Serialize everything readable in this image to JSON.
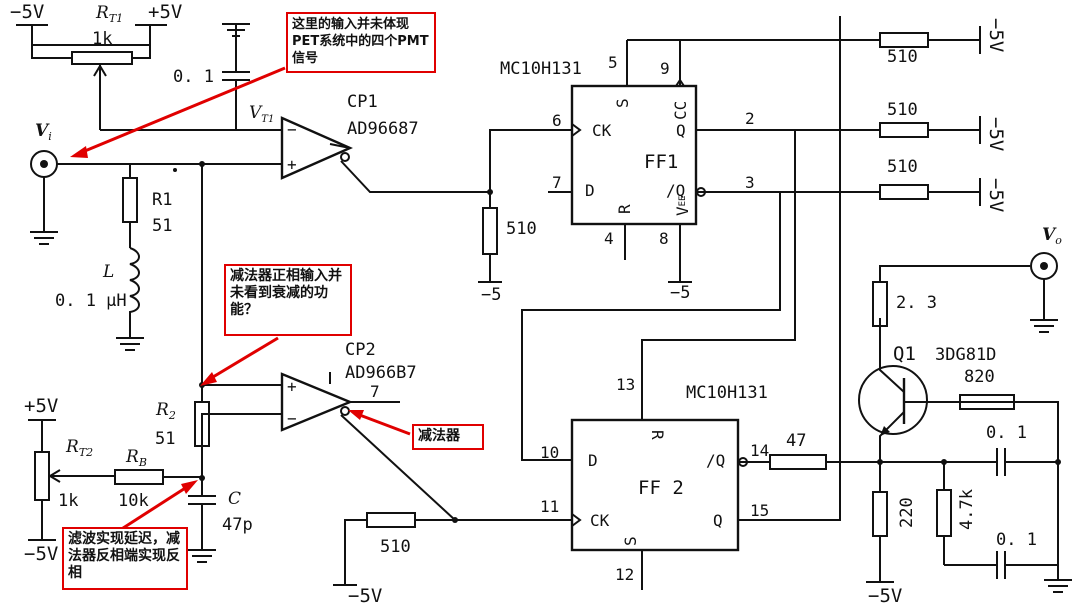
{
  "power": {
    "neg5v": "−5V",
    "pos5v": "+5V",
    "neg5": "−5",
    "neg5v_rot": "−5V"
  },
  "components": {
    "rt1": "R",
    "rt1_sub": "T1",
    "rt1_val": "1k",
    "cap_top": "0. 1",
    "vt1": "V",
    "vt1_sub": "T1",
    "vi": "V",
    "vi_sub": "i",
    "r1": "R1",
    "r1_val": "51",
    "l": "L",
    "l_val": "0. 1 μH",
    "cp1": "CP1",
    "cp1_part": "AD96687",
    "cp2": "CP2",
    "cp2_part": "AD966B7",
    "cp2_out": "7",
    "r2": "R",
    "r2_sub": "2",
    "r2_val": "51",
    "rt2": "R",
    "rt2_sub": "T2",
    "rt2_val": "1k",
    "rb": "R",
    "rb_sub": "B",
    "rb_val": "10k",
    "c": "C",
    "c_val": "47p",
    "r510_ff1_ck": "510",
    "r510_ff2_ck": "510",
    "r510_a": "510",
    "r510_b": "510",
    "r510_c": "510",
    "r47": "47",
    "r23": "2. 3",
    "q1": "Q1",
    "q1_part": "3DG81D",
    "r820": "820",
    "c01_a": "0. 1",
    "c01_b": "0. 1",
    "r47k": "4.7k",
    "r220": "220",
    "vo": "V",
    "vo_sub": "o"
  },
  "ff1": {
    "part": "MC10H131",
    "name": "FF1",
    "pins": {
      "s": "5",
      "cc": "9",
      "ck": "6",
      "d": "7",
      "q": "2",
      "nq": "3",
      "r": "4",
      "vee": "8"
    },
    "labels": {
      "s": "S",
      "cc": "CC",
      "ck": "CK",
      "d": "D",
      "q": "Q",
      "nq": "/Q",
      "r": "R",
      "vee": "V",
      "vee_sub": "EE"
    }
  },
  "ff2": {
    "part": "MC10H131",
    "name": "FF 2",
    "pins": {
      "r": "13",
      "d": "10",
      "ck": "11",
      "nq": "14",
      "q": "15",
      "s": "12"
    },
    "labels": {
      "r": "R",
      "d": "D",
      "ck": "CK",
      "nq": "/Q",
      "q": "Q",
      "s": "S"
    }
  },
  "annotations": {
    "top": "这里的输入并未体现PET系统中的四个PMT信号",
    "middle": "减法器正相输入并未看到衰减的功能？",
    "subtractor": "减法器",
    "bottom": "滤波实现延迟，减法器反相端实现反相"
  },
  "colors": {
    "callout_border": "#e00000",
    "arrow": "#e00000",
    "wire": "#111111"
  }
}
